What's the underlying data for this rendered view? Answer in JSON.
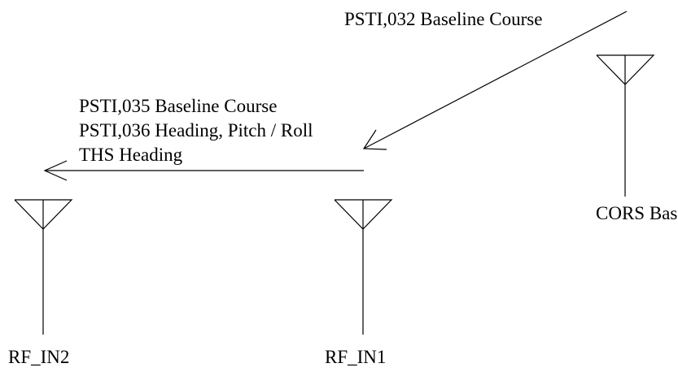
{
  "labels": {
    "psti032": "PSTI,032 Baseline Course",
    "psti035": "PSTI,035 Baseline Course",
    "psti036": "PSTI,036 Heading, Pitch / Roll",
    "ths": "THS Heading",
    "cors_base": "CORS Base",
    "rf_in1": "RF_IN1",
    "rf_in2": "RF_IN2"
  },
  "colors": {
    "line": "#000000",
    "background": "#ffffff"
  },
  "icons": {
    "antenna": "antenna-icon",
    "arrow": "arrow-head"
  }
}
